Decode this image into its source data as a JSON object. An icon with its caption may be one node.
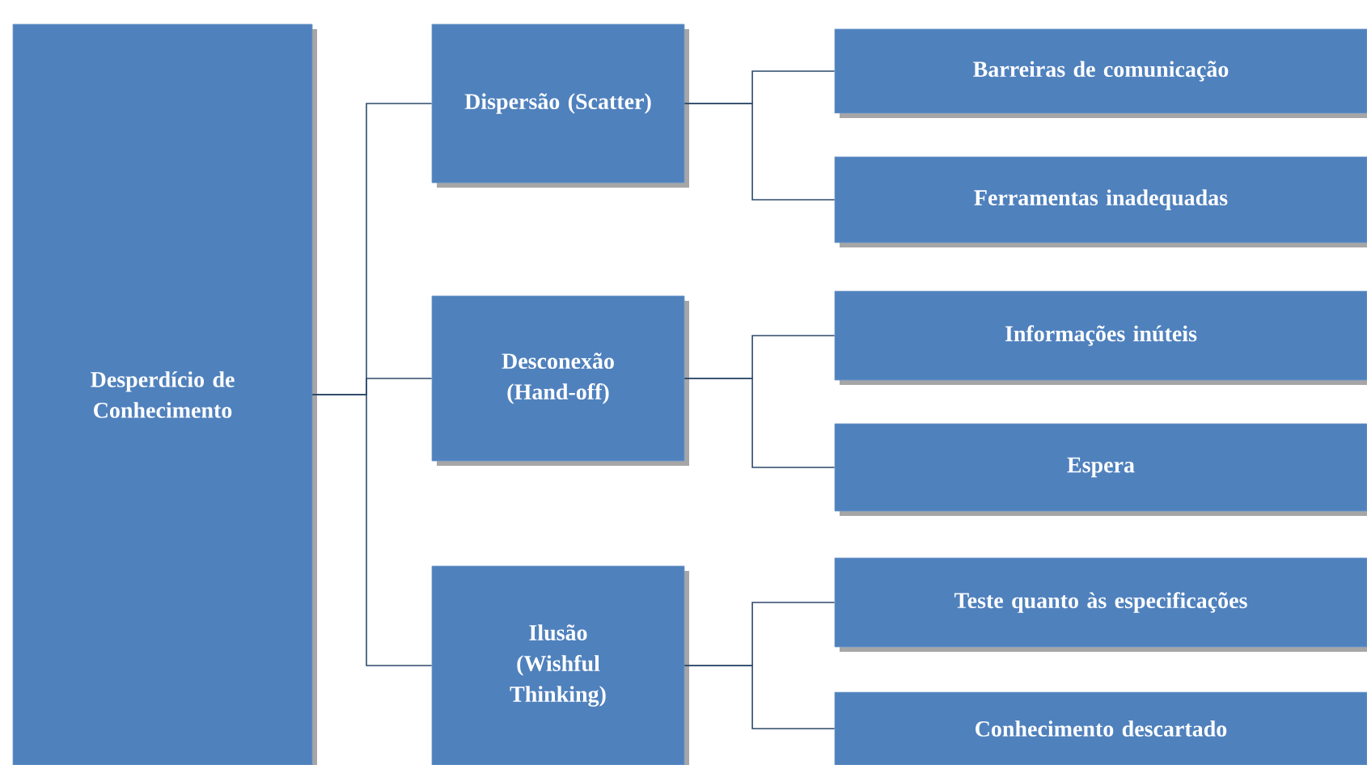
{
  "diagram": {
    "nodes": [
      {
        "text": [
          "Desperdício de Conhecimento"
        ]
      },
      {
        "text": [
          "Dispersão (Scatter)"
        ]
      },
      {
        "text": [
          "Desconexão (Hand-off)"
        ]
      },
      {
        "text": [
          "Ilusão (Wishful Thinking)"
        ]
      },
      {
        "text": [
          "Barreiras de comunicação"
        ]
      },
      {
        "text": [
          "Ferramentas inadequadas"
        ]
      },
      {
        "text": [
          "Informações inúteis"
        ]
      },
      {
        "text": [
          "Espera"
        ]
      },
      {
        "text": [
          "Teste quanto às especificações"
        ]
      },
      {
        "text": [
          "Conhecimento descartado"
        ]
      }
    ],
    "edges": [
      {
        "from": 0,
        "to": 1,
        "arrow": "none"
      },
      {
        "from": 0,
        "to": 2,
        "arrow": "none"
      },
      {
        "from": 0,
        "to": 3,
        "arrow": "none"
      },
      {
        "from": 1,
        "to": 4,
        "arrow": "none"
      },
      {
        "from": 1,
        "to": 5,
        "arrow": "none"
      },
      {
        "from": 2,
        "to": 6,
        "arrow": "none"
      },
      {
        "from": 2,
        "to": 7,
        "arrow": "none"
      },
      {
        "from": 3,
        "to": 8,
        "arrow": "none"
      },
      {
        "from": 3,
        "to": 9,
        "arrow": "none"
      }
    ]
  }
}
